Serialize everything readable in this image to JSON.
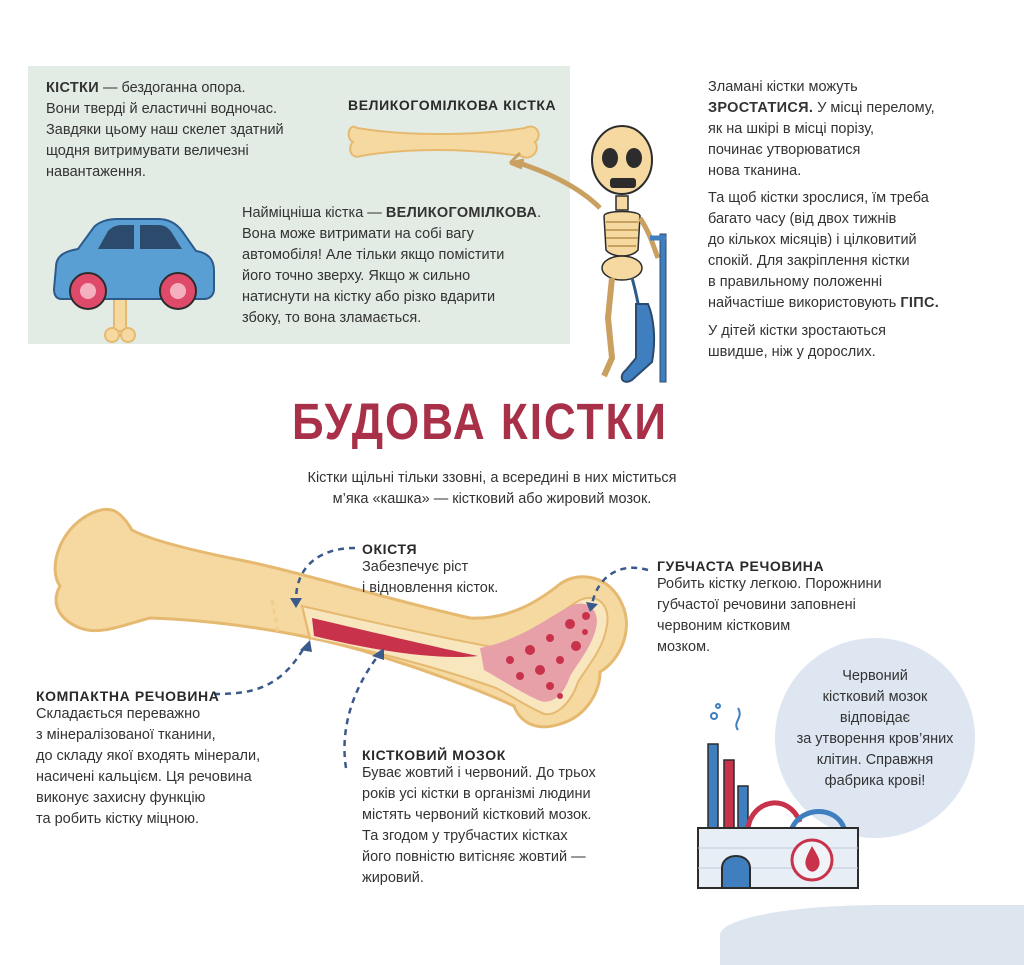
{
  "panel": {
    "bones_term": "КІСТКИ",
    "bones_lines": [
      "— бездоганна опора.",
      "Вони тверді й еластичні водночас.",
      "Завдяки цьому наш скелет здатний",
      "щодня витримувати величезні",
      "навантаження."
    ],
    "tibia_label": "ВЕЛИКОГОМІЛКОВА КІСТКА",
    "strong_lines": [
      "Найміцніша кістка —",
      "Вона може витримати на собі вагу",
      "автомобіля! Але тільки якщо помістити",
      "його точно зверху. Якщо ж сильно",
      "натиснути на кістку або різко вдарити",
      "збоку, то вона зламається."
    ],
    "strong_term": "ВЕЛИКОГОМІЛКОВА"
  },
  "right_column": {
    "p1_lines": [
      "Зламані кістки можуть",
      "У місці перелому,",
      "як на шкірі в місці порізу,",
      "починає утворюватися",
      "нова тканина."
    ],
    "p1_term": "ЗРОСТАТИСЯ.",
    "p2_lines": [
      "Та щоб кістки зрослися, їм треба",
      "багато часу (від двох тижнів",
      "до кількох місяців) і цілковитий",
      "спокій. Для закріплення кістки",
      "в правильному положенні",
      "найчастіше використовують"
    ],
    "p2_term": "ГІПС.",
    "p3_lines": [
      "У дітей кістки зростаються",
      "швидше, ніж у дорослих."
    ]
  },
  "section": {
    "title": "БУДОВА КІСТКИ",
    "subtitle_lines": [
      "Кістки щільні тільки ззовні, а всередині в них міститься",
      "м’яка «кашка» — кістковий або жировий мозок."
    ]
  },
  "labels": {
    "periosteum": {
      "heading": "ОКІСТЯ",
      "lines": [
        "Забезпечує ріст",
        "і відновлення кісток."
      ]
    },
    "spongy": {
      "heading": "ГУБЧАСТА РЕЧОВИНА",
      "lines": [
        "Робить кістку легкою. Порожнини",
        "губчастої речовини заповнені",
        "червоним кістковим",
        "мозком."
      ]
    },
    "compact": {
      "heading": "КОМПАКТНА РЕЧОВИНА",
      "lines": [
        "Складається переважно",
        "з мінералізованої тканини,",
        "до складу якої входять мінерали,",
        "насичені кальцієм. Ця речовина",
        "виконує захисну функцію",
        "та робить кістку міцною."
      ]
    },
    "marrow": {
      "heading": "КІСТКОВИЙ МОЗОК",
      "lines": [
        "Буває жовтий і червоний. До трьох",
        "років усі кістки в організмі людини",
        "містять червоний кістковий мозок.",
        "Та згодом у трубчастих кістках",
        "його повністю витісняє жовтий —",
        "жировий."
      ]
    }
  },
  "bubble": {
    "lines": [
      "Червоний",
      "кістковий мозок",
      "відповідає",
      "за утворення кров’яних",
      "клітин. Справжня",
      "фабрика крові!"
    ]
  },
  "colors": {
    "title": "#a83048",
    "panel": "#e3ebe5",
    "bone": "#f5d9a0",
    "bone_outline": "#e6b970",
    "marrow_red": "#c8324a",
    "arrow_blue": "#3a5a8c",
    "car_blue": "#5a9fd4",
    "cast_blue": "#3f7fc0"
  }
}
